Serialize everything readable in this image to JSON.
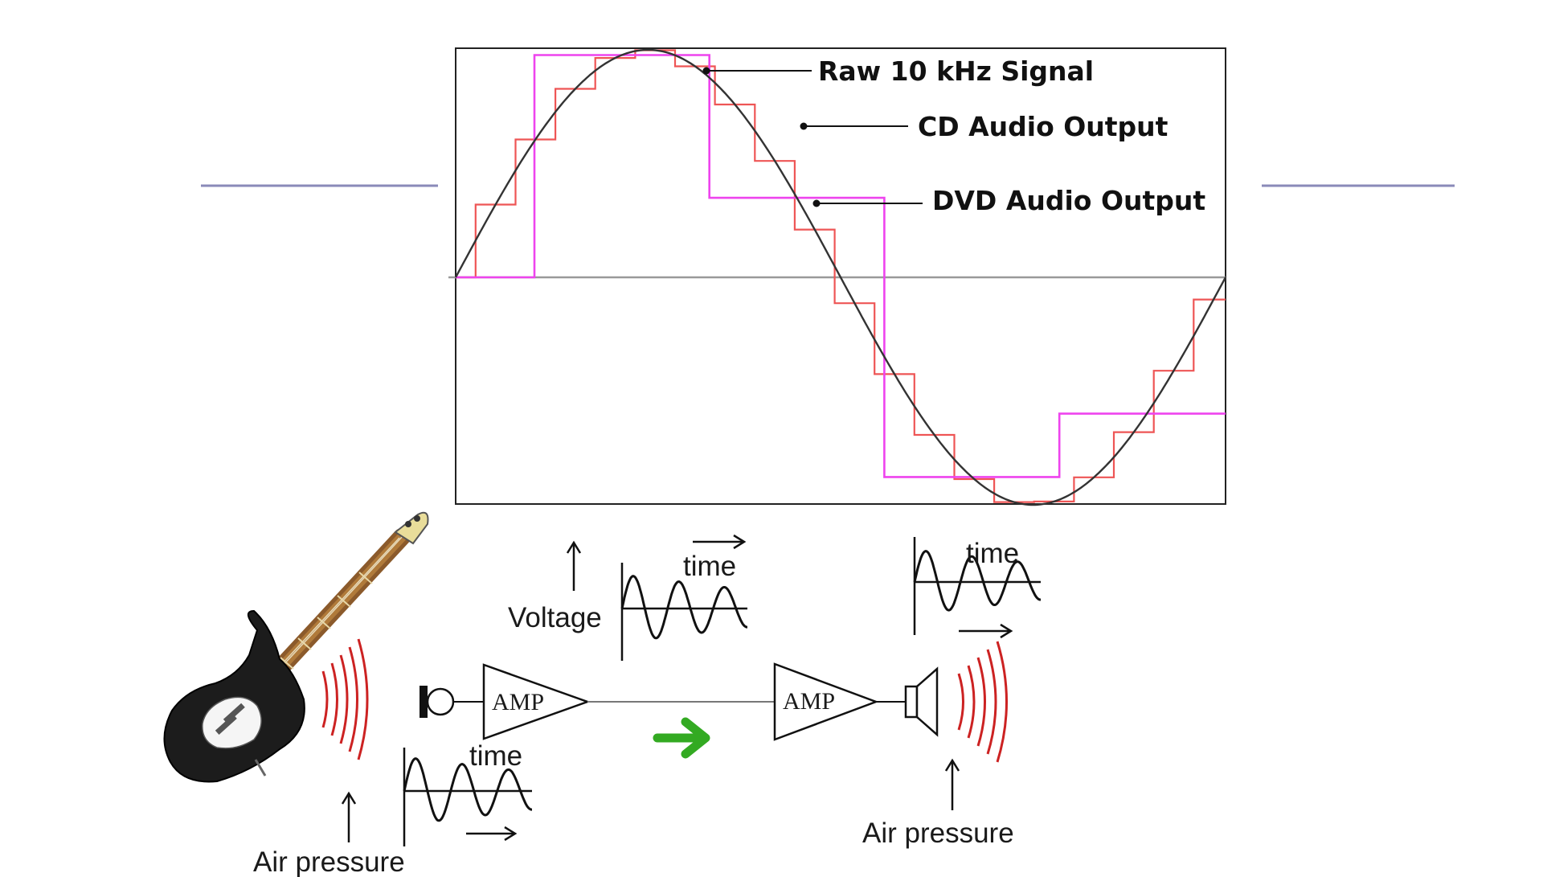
{
  "comparison_plot": {
    "labels": {
      "raw_signal": "Raw 10 kHz Signal",
      "cd_output": "CD Audio Output",
      "dvd_output": "DVD Audio Output"
    },
    "colors": {
      "raw": "#333333",
      "cd": "#ee44ee",
      "dvd": "#ee5555",
      "axis": "#999999",
      "frame": "#222222"
    },
    "cycles_shown": 1,
    "cd_samples_per_cycle": 4.4,
    "dvd_samples_per_cycle": 19.3
  },
  "signal_chain": {
    "labels": {
      "voltage": "Voltage",
      "time_voltage": "time",
      "time_mic": "time",
      "time_speaker": "time",
      "air_pressure_left": "Air pressure",
      "air_pressure_right": "Air pressure",
      "amp_left": "AMP",
      "amp_right": "AMP"
    },
    "colors": {
      "sound_waves": "#cc2222",
      "arrow": "#33aa22",
      "lines": "#111111"
    }
  }
}
